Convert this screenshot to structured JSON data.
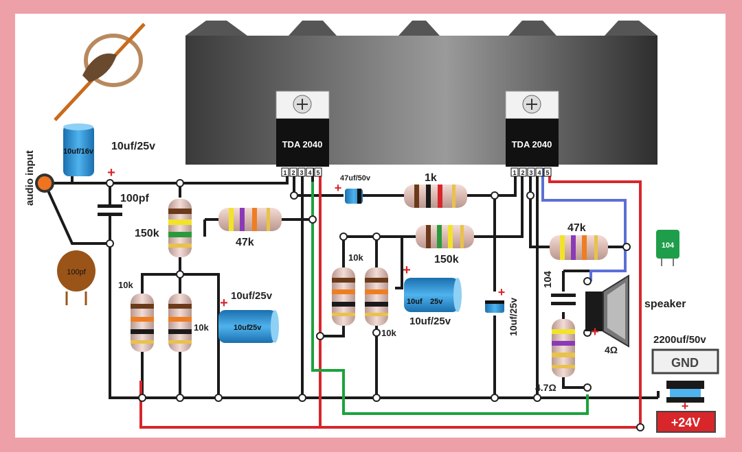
{
  "chips": {
    "left": {
      "label": "TDA 2040",
      "pins": [
        "1",
        "2",
        "3",
        "4",
        "5"
      ]
    },
    "right": {
      "label": "TDA 2040",
      "pins": [
        "1",
        "2",
        "3",
        "4",
        "5"
      ]
    }
  },
  "inputs": {
    "audio_input": "audio input"
  },
  "components": {
    "cap_in_body": "10uf/16v",
    "cap_in_label": "10uf/25v",
    "cap_100pf_label": "100pf",
    "cap_100pf_body": "100pf",
    "res_150k_left": "150k",
    "res_47k_top": "47k",
    "res_10k_a": "10k",
    "res_10k_b": "10k",
    "cap_10uf_left_label": "10uf/25v",
    "cap_10uf_left_body_a": "10uf",
    "cap_10uf_left_body_b": "25v",
    "cap_47uf_label": "47uf/50v",
    "res_1k": "1k",
    "res_150k_mid": "150k",
    "res_10k_c": "10k",
    "res_10k_d": "10k",
    "cap_10uf_mid_body_a": "10uf",
    "cap_10uf_mid_body_b": "25v",
    "cap_10uf_mid_label": "10uf/25v",
    "cap_10uf_vert_label": "10uf/25v",
    "res_47k_right": "47k",
    "cap_104_label": "104",
    "cap_104_body": "104",
    "res_4_7": "4.7Ω",
    "speaker_label": "speaker",
    "speaker_ohm": "4Ω",
    "cap_2200_label": "2200uf/50v",
    "gnd_label": "GND",
    "supply_label": "+24V"
  },
  "polarity": {
    "plus": "+"
  },
  "colors": {
    "frame": "#eea0a8",
    "wire_black": "#1a1a1a",
    "wire_red": "#d8262b",
    "wire_green": "#1ba33c",
    "wire_blue": "#5a6fd6",
    "cap_blue": "#2e8fd6",
    "cap_brown": "#9a5418",
    "cap_green": "#1e9e4a",
    "supply_red": "#d8262b"
  }
}
